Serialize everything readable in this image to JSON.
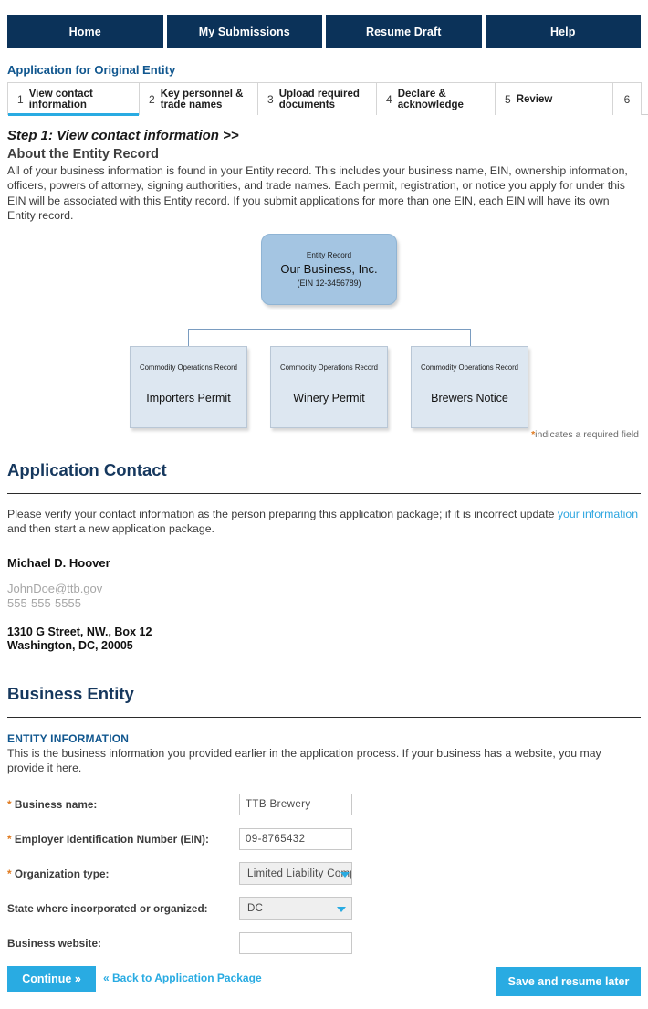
{
  "topnav": {
    "items": [
      {
        "label": "Home"
      },
      {
        "label": "My Submissions"
      },
      {
        "label": "Resume Draft"
      },
      {
        "label": "Help"
      }
    ]
  },
  "page": {
    "title": "Application for Original Entity",
    "step_heading": "Step 1: View contact information >>",
    "about_heading": "About the Entity Record",
    "about_body": "All of your business information is found in your Entity record. This includes your business name, EIN, ownership information, officers, powers of attorney, signing authorities, and trade names. Each permit, registration, or notice you apply for under this EIN will be associated with this Entity record. If you submit applications for more than one EIN, each EIN will have its own Entity record.",
    "required_note_star": "*",
    "required_note": "indicates a required field"
  },
  "steps": [
    {
      "num": "1",
      "label": "View contact\ninformation",
      "active": true
    },
    {
      "num": "2",
      "label": "Key personnel &\ntrade names",
      "active": false
    },
    {
      "num": "3",
      "label": "Upload required\ndocuments",
      "active": false
    },
    {
      "num": "4",
      "label": "Declare &\nacknowledge",
      "active": false
    },
    {
      "num": "5",
      "label": "Review",
      "active": false
    },
    {
      "num": "6",
      "label": "",
      "active": false
    }
  ],
  "diagram": {
    "entity": {
      "kind": "Entity Record",
      "name": "Our Business, Inc.",
      "ein": "(EIN 12-3456789)"
    },
    "children": [
      {
        "kind": "Commodity Operations Record",
        "name": "Importers Permit"
      },
      {
        "kind": "Commodity Operations Record",
        "name": "Winery Permit"
      },
      {
        "kind": "Commodity Operations Record",
        "name": "Brewers Notice"
      }
    ],
    "colors": {
      "entity_fill": "#a4c5e2",
      "child_fill": "#dde7f1",
      "connector": "#7a9cc0"
    }
  },
  "application_contact": {
    "title": "Application Contact",
    "intro_before": "Please verify your contact information as the person preparing this application package; if it is incorrect update ",
    "link_1": "your information",
    "intro_after": " and then start a new application package.",
    "name": "Michael D. Hoover",
    "email": "JohnDoe@ttb.gov",
    "phone": "555-555-5555",
    "address_line1": "1310 G Street, NW., Box 12",
    "address_line2": "Washington, DC, 20005"
  },
  "business_entity": {
    "title": "Business Entity",
    "sub_head": "ENTITY INFORMATION",
    "sub_body": "This is the business information you provided earlier in the application process. If your business has a website, you may provide it here.",
    "fields": [
      {
        "name": "business-name",
        "required": true,
        "label": "Business name:",
        "type": "text",
        "value": "TTB Brewery",
        "placeholder": ""
      },
      {
        "name": "ein",
        "required": true,
        "label": "Employer Identification Number (EIN):",
        "type": "text",
        "value": "09-8765432",
        "placeholder": ""
      },
      {
        "name": "organization-type",
        "required": true,
        "label": "Organization type:",
        "type": "select",
        "value": "Limited Liability Company",
        "placeholder": ""
      },
      {
        "name": "state-incorporated",
        "required": false,
        "label": "State where incorporated or organized:",
        "type": "select",
        "value": "DC",
        "placeholder": ""
      },
      {
        "name": "business-website",
        "required": false,
        "label": "Business website:",
        "type": "text",
        "value": "",
        "placeholder": ""
      }
    ]
  },
  "footer": {
    "continue_label": "Continue »",
    "back_label": "« Back to Application Package",
    "save_label": "Save and resume later"
  },
  "colors": {
    "navy": "#0b3259",
    "accent_blue": "#29abe2",
    "heading_navy": "#16385e",
    "link_blue": "#11578f",
    "required_star": "#e07a1f"
  }
}
